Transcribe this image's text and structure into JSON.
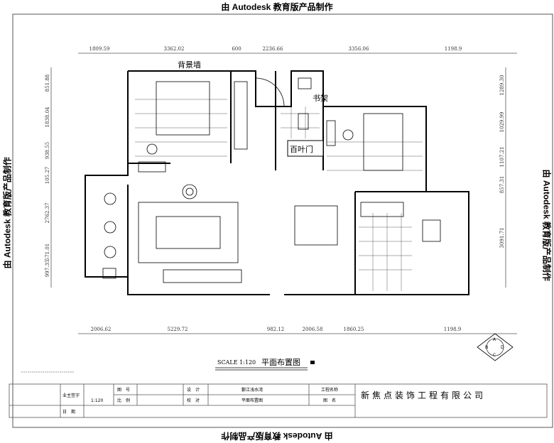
{
  "watermark": "由 Autodesk 教育版产品制作",
  "dimensions": {
    "top": [
      "1809.59",
      "3362.02",
      "600",
      "2236.66",
      "3356.06",
      "1198.9"
    ],
    "bottom": [
      "2006.62",
      "5229.72",
      "982.12",
      "2006.58",
      "1860.25",
      "1198.9"
    ],
    "left": [
      "851.88",
      "1838.04",
      "938.55",
      "105.27",
      "2762.37",
      "571.01",
      "997.35"
    ],
    "right": [
      "1289.30",
      "1029.99",
      "1107.21",
      "857.31",
      "3091.71"
    ]
  },
  "room_labels": {
    "feature_wall": "背景墙",
    "bookshelf": "书架",
    "louver_door": "百叶门"
  },
  "compass": [
    "A",
    "B",
    "C",
    "D"
  ],
  "scale_caption": {
    "scale": "SCALE  1:120",
    "title": "平面布置图"
  },
  "title_block": {
    "owner_sign": "业主签字",
    "drawing_no_label": "图　号",
    "scale_label": "比　例",
    "scale_value": "1:120",
    "design_label": "设　计",
    "check_label": "校　对",
    "project_value": "鄞江浅水湾",
    "drawing_name_value": "平面布置图",
    "project_name_label": "工程名称",
    "drawing_name_label": "图　名",
    "date_label": "日　期",
    "company": "新焦点装饰工程有限公司"
  }
}
